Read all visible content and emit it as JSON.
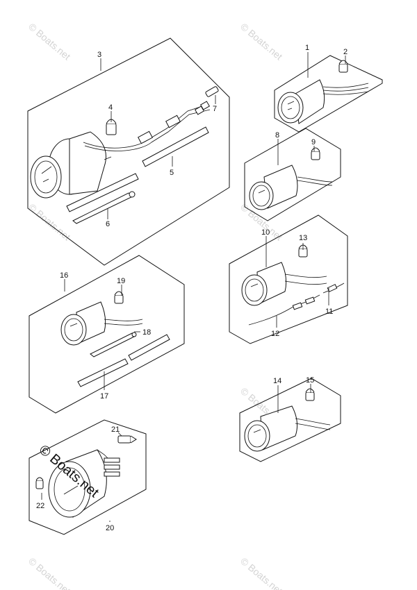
{
  "watermark": {
    "text": "© Boats.net",
    "large_text": "© Boats.net"
  },
  "callouts": {
    "c1": "1",
    "c2": "2",
    "c3": "3",
    "c4": "4",
    "c5": "5",
    "c6": "6",
    "c7": "7",
    "c8": "8",
    "c9": "9",
    "c10": "10",
    "c11": "11",
    "c12": "12",
    "c13": "13",
    "c14": "14",
    "c15": "15",
    "c16": "16",
    "c17": "17",
    "c18": "18",
    "c19": "19",
    "c20": "20",
    "c21": "21",
    "c22": "22"
  }
}
